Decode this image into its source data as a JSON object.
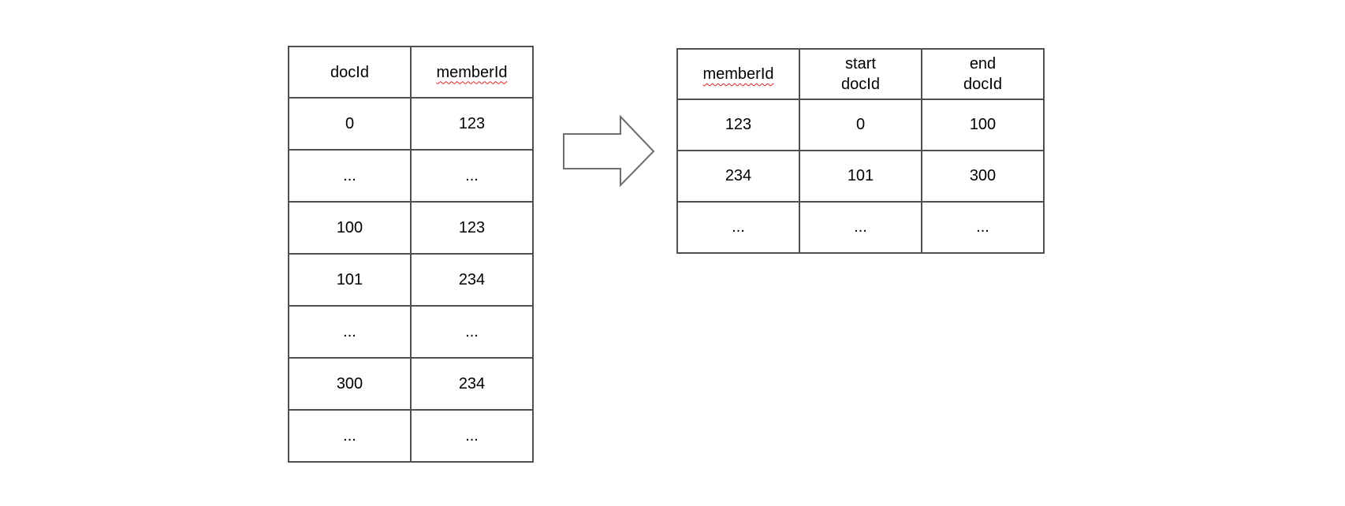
{
  "left_table": {
    "headers": [
      "docId",
      "memberId"
    ],
    "rows": [
      [
        "0",
        "123"
      ],
      [
        "...",
        "..."
      ],
      [
        "100",
        "123"
      ],
      [
        "101",
        "234"
      ],
      [
        "...",
        "..."
      ],
      [
        "300",
        "234"
      ],
      [
        "...",
        "..."
      ]
    ]
  },
  "right_table": {
    "headers": [
      "memberId",
      "start\ndocId",
      "end\ndocId"
    ],
    "rows": [
      [
        "123",
        "0",
        "100"
      ],
      [
        "234",
        "101",
        "300"
      ],
      [
        "...",
        "...",
        "..."
      ]
    ]
  },
  "arrow": {
    "icon": "block-arrow-right"
  },
  "colors": {
    "background": "#ffffff",
    "table_border": "#4f4f4f",
    "arrow_stroke": "#6e6e6e",
    "text": "#000000",
    "spellcheck_underline": "#e02020"
  }
}
